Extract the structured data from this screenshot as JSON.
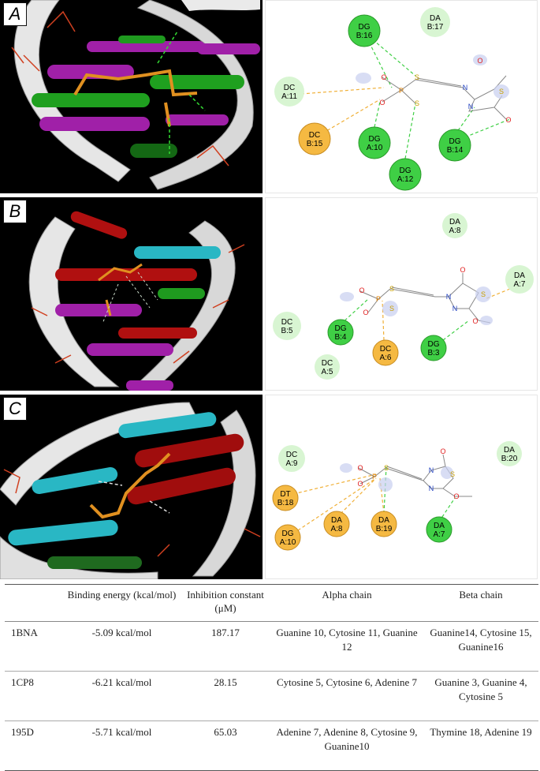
{
  "panels": [
    {
      "letter": "A",
      "residues": [
        {
          "line1": "DG",
          "line2": "B:16",
          "type": "hbond"
        },
        {
          "line1": "DA",
          "line2": "B:17",
          "type": "contact"
        },
        {
          "line1": "DC",
          "line2": "A:11",
          "type": "contact"
        },
        {
          "line1": "DC",
          "line2": "B:15",
          "type": "pi"
        },
        {
          "line1": "DG",
          "line2": "A:10",
          "type": "hbond"
        },
        {
          "line1": "DG",
          "line2": "B:14",
          "type": "hbond"
        },
        {
          "line1": "DG",
          "line2": "A:12",
          "type": "hbond"
        }
      ]
    },
    {
      "letter": "B",
      "residues": [
        {
          "line1": "DA",
          "line2": "A:8",
          "type": "contact"
        },
        {
          "line1": "DA",
          "line2": "A:7",
          "type": "contact"
        },
        {
          "line1": "DC",
          "line2": "B:5",
          "type": "contact"
        },
        {
          "line1": "DG",
          "line2": "B:4",
          "type": "hbond"
        },
        {
          "line1": "DC",
          "line2": "A:6",
          "type": "pi"
        },
        {
          "line1": "DG",
          "line2": "B:3",
          "type": "hbond"
        },
        {
          "line1": "DC",
          "line2": "A:5",
          "type": "contact"
        }
      ]
    },
    {
      "letter": "C",
      "residues": [
        {
          "line1": "DC",
          "line2": "A:9",
          "type": "contact"
        },
        {
          "line1": "DA",
          "line2": "B:20",
          "type": "contact"
        },
        {
          "line1": "DT",
          "line2": "B:18",
          "type": "pi"
        },
        {
          "line1": "DA",
          "line2": "A:8",
          "type": "pi"
        },
        {
          "line1": "DA",
          "line2": "B:19",
          "type": "pi"
        },
        {
          "line1": "DG",
          "line2": "A:10",
          "type": "pi"
        },
        {
          "line1": "DA",
          "line2": "A:7",
          "type": "hbond"
        }
      ]
    }
  ],
  "atoms": {
    "oxygen": "O",
    "phosphorus": "P",
    "sulfur": "S",
    "nitrogen": "N"
  },
  "colors": {
    "hbond": "#3fcf45",
    "contact": "#d8f5d2",
    "pi": "#f5b942",
    "hbond_line": "#3fcf45",
    "pi_line": "#f0b038"
  },
  "table": {
    "headers": [
      "",
      "Binding energy (kcal/mol)",
      "Inhibition constant (μM)",
      "Alpha chain",
      "Beta chain"
    ],
    "rows": [
      {
        "id": "1BNA",
        "energy": "-5.09 kcal/mol",
        "ki": "187.17",
        "alpha": "Guanine 10, Cytosine 11, Guanine 12",
        "beta": "Guanine14, Cytosine 15, Guanine16"
      },
      {
        "id": "1CP8",
        "energy": "-6.21 kcal/mol",
        "ki": "28.15",
        "alpha": "Cytosine 5, Cytosine 6, Adenine 7",
        "beta": "Guanine 3, Guanine 4, Cytosine 5"
      },
      {
        "id": "195D",
        "energy": "-5.71 kcal/mol",
        "ki": "65.03",
        "alpha": "Adenine 7, Adenine 8, Cytosine 9, Guanine10",
        "beta": "Thymine 18, Adenine 19"
      }
    ]
  }
}
